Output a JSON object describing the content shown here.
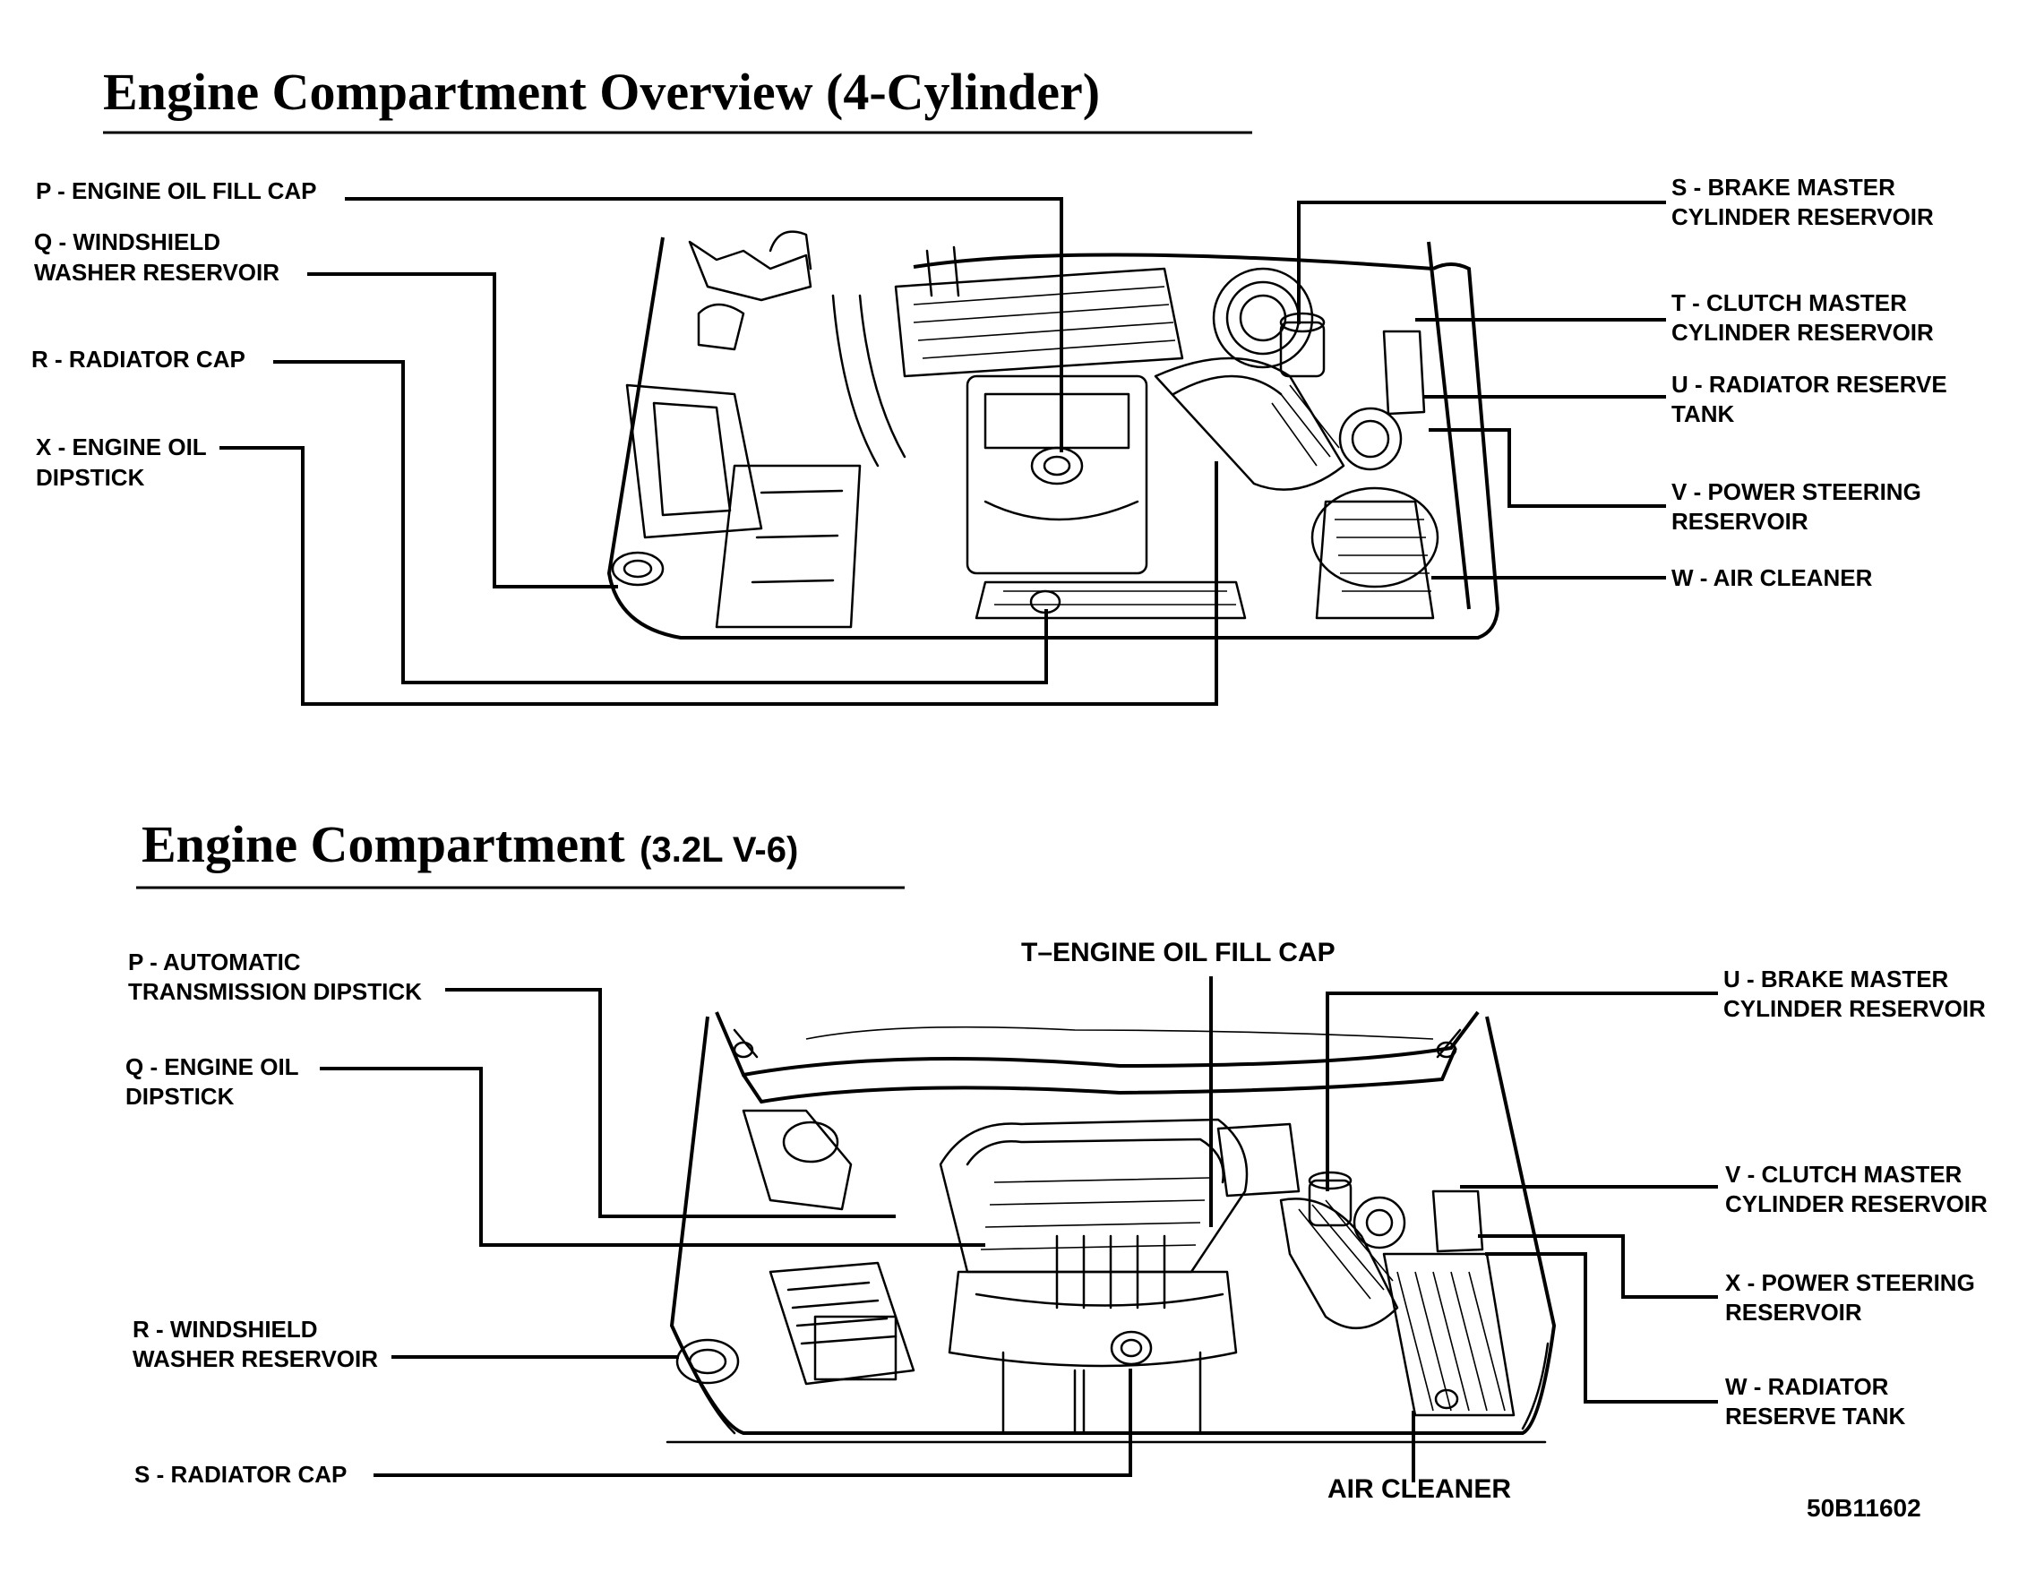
{
  "diagrams": [
    {
      "title_main": "Engine Compartment Overview (4-Cylinder)",
      "title_sub": "",
      "labels": [
        {
          "line1": "P - ENGINE OIL FILL CAP",
          "line2": ""
        },
        {
          "line1": "Q - WINDSHIELD",
          "line2": "WASHER RESERVOIR"
        },
        {
          "line1": "R - RADIATOR CAP",
          "line2": ""
        },
        {
          "line1": "X - ENGINE OIL",
          "line2": "DIPSTICK"
        },
        {
          "line1": "S - BRAKE MASTER",
          "line2": "CYLINDER RESERVOIR"
        },
        {
          "line1": "T - CLUTCH MASTER",
          "line2": "CYLINDER RESERVOIR"
        },
        {
          "line1": "U - RADIATOR RESERVE",
          "line2": "TANK"
        },
        {
          "line1": "V - POWER STEERING",
          "line2": "RESERVOIR"
        },
        {
          "line1": "W - AIR CLEANER",
          "line2": ""
        }
      ]
    },
    {
      "title_main": "Engine Compartment",
      "title_sub": "(3.2L  V-6)",
      "top_label": "T–ENGINE OIL FILL CAP",
      "bottom_label": "AIR CLEANER",
      "labels": [
        {
          "line1": "P - AUTOMATIC",
          "line2": "TRANSMISSION DIPSTICK"
        },
        {
          "line1": "Q - ENGINE OIL",
          "line2": "DIPSTICK"
        },
        {
          "line1": "R - WINDSHIELD",
          "line2": "WASHER RESERVOIR"
        },
        {
          "line1": "S - RADIATOR CAP",
          "line2": ""
        },
        {
          "line1": "U - BRAKE MASTER",
          "line2": "CYLINDER RESERVOIR"
        },
        {
          "line1": "V - CLUTCH MASTER",
          "line2": "CYLINDER RESERVOIR"
        },
        {
          "line1": "X - POWER STEERING",
          "line2": "RESERVOIR"
        },
        {
          "line1": "W - RADIATOR",
          "line2": "RESERVE TANK"
        }
      ]
    }
  ],
  "figure_code": "50B11602"
}
